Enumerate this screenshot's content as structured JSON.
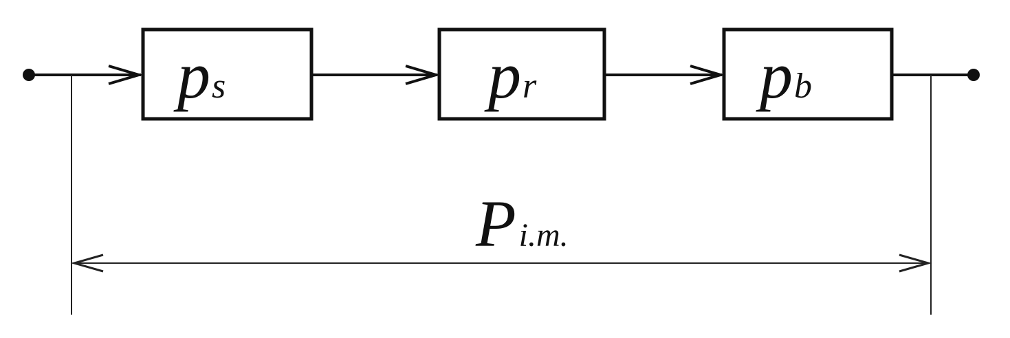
{
  "blocks": [
    {
      "id": "s",
      "main": "p",
      "sub": "s"
    },
    {
      "id": "r",
      "main": "p",
      "sub": "r"
    },
    {
      "id": "b",
      "main": "p",
      "sub": "b"
    }
  ],
  "dimension": {
    "main": "P",
    "sub": "i.m."
  },
  "colors": {
    "ink": "#111111",
    "background": "#ffffff"
  }
}
